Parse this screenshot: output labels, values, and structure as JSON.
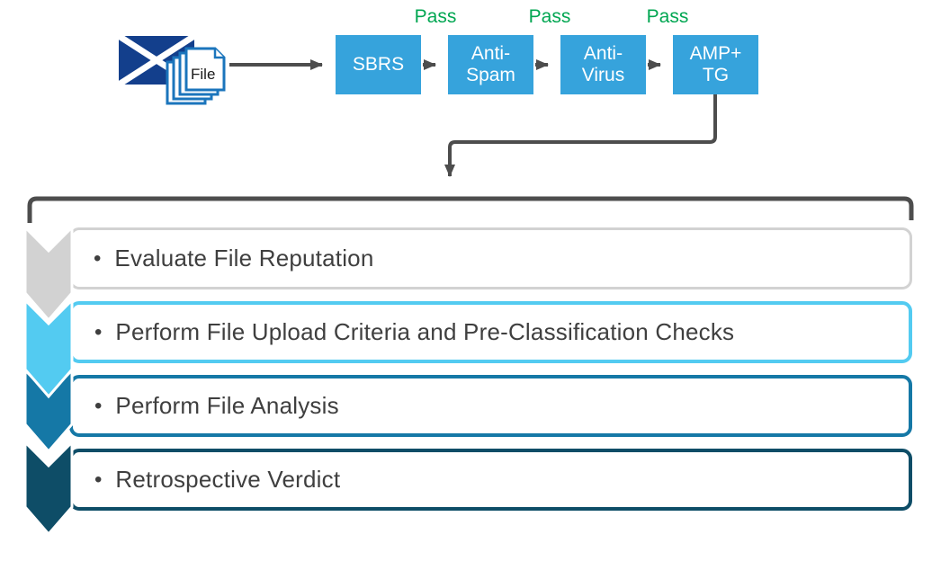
{
  "pipeline": {
    "source_icon": {
      "file_label": "File"
    },
    "stages": [
      {
        "label": "SBRS"
      },
      {
        "label": "Anti-\nSpam"
      },
      {
        "label": "Anti-\nVirus"
      },
      {
        "label": "AMP+\nTG"
      }
    ],
    "pass_labels": [
      "Pass",
      "Pass",
      "Pass"
    ]
  },
  "process": {
    "bullet": "•",
    "steps": [
      {
        "label": "Evaluate File Reputation",
        "color": "#D2D2D2"
      },
      {
        "label": "Perform File Upload Criteria and Pre-Classification Checks",
        "color": "#53CBF1"
      },
      {
        "label": "Perform File Analysis",
        "color": "#1578A6"
      },
      {
        "label": "Retrospective Verdict",
        "color": "#0E4D67"
      }
    ]
  },
  "colors": {
    "stage_fill": "#36A3DC",
    "pass_green": "#00A651",
    "arrow_gray": "#4D4D4D",
    "envelope_navy": "#133F8C",
    "file_border_blue": "#1B75BC",
    "step_text": "#3F3F3F"
  }
}
